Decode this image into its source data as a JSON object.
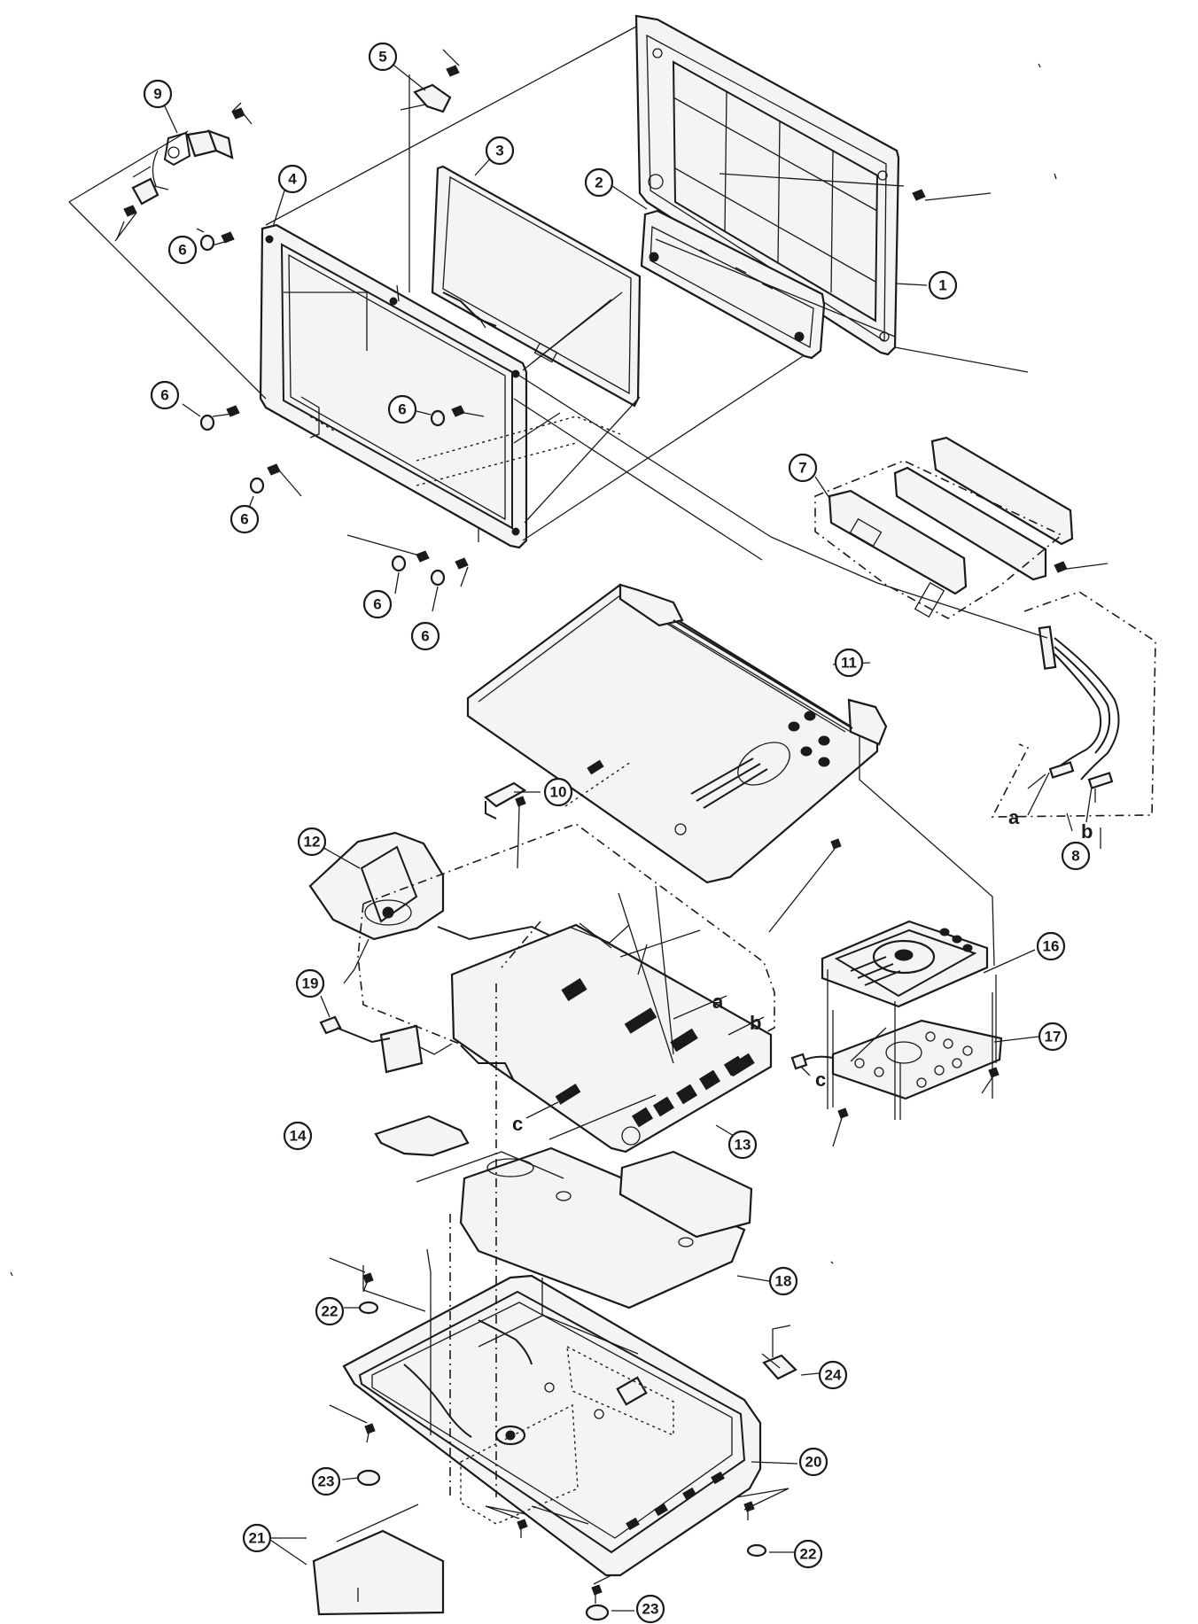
{
  "callouts": [
    {
      "id": "c1",
      "label": "1"
    },
    {
      "id": "c2",
      "label": "2"
    },
    {
      "id": "c3",
      "label": "3"
    },
    {
      "id": "c4",
      "label": "4"
    },
    {
      "id": "c5",
      "label": "5"
    },
    {
      "id": "c6a",
      "label": "6"
    },
    {
      "id": "c6b",
      "label": "6"
    },
    {
      "id": "c6c",
      "label": "6"
    },
    {
      "id": "c6d",
      "label": "6"
    },
    {
      "id": "c6e",
      "label": "6"
    },
    {
      "id": "c6f",
      "label": "6"
    },
    {
      "id": "c7",
      "label": "7"
    },
    {
      "id": "c8",
      "label": "8"
    },
    {
      "id": "c9",
      "label": "9"
    },
    {
      "id": "c10",
      "label": "10"
    },
    {
      "id": "c11",
      "label": "11"
    },
    {
      "id": "c12",
      "label": "12"
    },
    {
      "id": "c13",
      "label": "13"
    },
    {
      "id": "c14",
      "label": "14"
    },
    {
      "id": "c16",
      "label": "16"
    },
    {
      "id": "c17",
      "label": "17"
    },
    {
      "id": "c18",
      "label": "18"
    },
    {
      "id": "c19",
      "label": "19"
    },
    {
      "id": "c20",
      "label": "20"
    },
    {
      "id": "c21",
      "label": "21"
    },
    {
      "id": "c22a",
      "label": "22"
    },
    {
      "id": "c22b",
      "label": "22"
    },
    {
      "id": "c23a",
      "label": "23"
    },
    {
      "id": "c23b",
      "label": "23"
    },
    {
      "id": "c24",
      "label": "24"
    }
  ],
  "connectors": {
    "a_harness": "a",
    "b_harness": "b",
    "a_board": "a",
    "b_board": "b",
    "c_board": "c",
    "c_panel": "c"
  }
}
